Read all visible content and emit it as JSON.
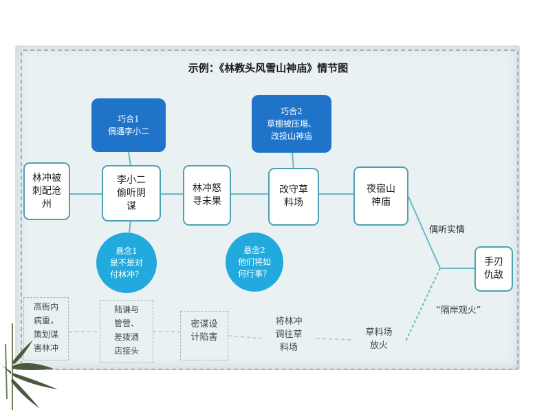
{
  "title": "示例：《林教头风雪山神庙》情节图",
  "coincidences": [
    {
      "line1": "巧合1",
      "line2": "偶遇李小二"
    },
    {
      "line1": "巧合2",
      "line2": "草棚被压塌、",
      "line3": "改投山神庙"
    }
  ],
  "main_events": [
    {
      "line1": "林冲被",
      "line2": "刺配沧",
      "line3": "州"
    },
    {
      "line1": "李小二",
      "line2": "偷听阴",
      "line3": "谋"
    },
    {
      "line1": "林冲怒",
      "line2": "寻未果"
    },
    {
      "line1": "改守草",
      "line2": "料场"
    },
    {
      "line1": "夜宿山",
      "line2": "神庙"
    }
  ],
  "suspense": [
    {
      "line1": "悬念1",
      "line2": "是不是对",
      "line3": "付林冲？"
    },
    {
      "line1": "悬念2",
      "line2": "他们将如",
      "line3": "何行事？"
    }
  ],
  "outcome": {
    "line1": "手刃",
    "line2": "仇敌"
  },
  "branch_labels": {
    "overheard": "偶听实情",
    "watch_fire": "“隔岸观火”"
  },
  "conspiracy": [
    {
      "line1": "高衙内",
      "line2": "病重，",
      "line3": "策划谋",
      "line4": "害林冲"
    },
    {
      "line1": "陆谦与",
      "line2": "管营、",
      "line3": "差拨酒",
      "line4": "店接头"
    },
    {
      "line1": "密谋设",
      "line2": "计陷害"
    },
    {
      "line1": "将林冲",
      "line2": "调往草",
      "line3": "料场"
    },
    {
      "line1": "草料场",
      "line2": "放火"
    }
  ],
  "colors": {
    "box_border": "#4f9fb3",
    "dark_box": "#1f73c9",
    "circle": "#22a9de",
    "connector": "#6ab7c8"
  }
}
